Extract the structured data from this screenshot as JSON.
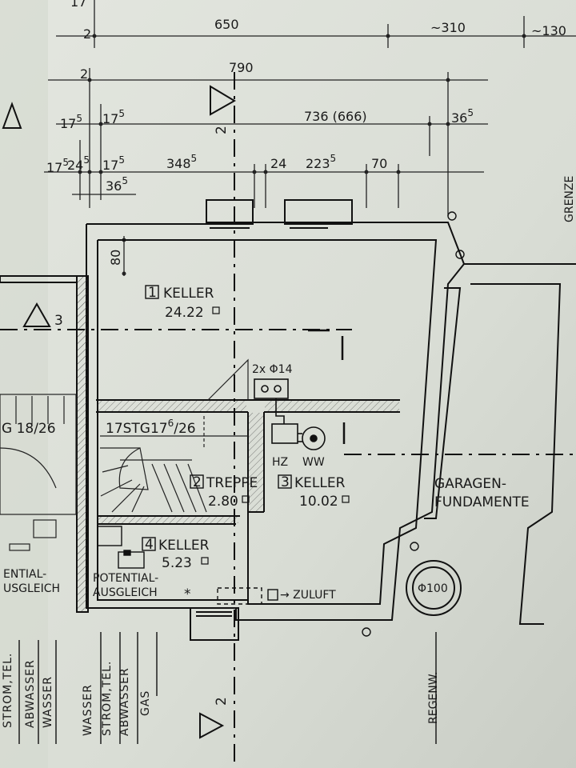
{
  "dimensions": {
    "d650": "650",
    "d310": "~310",
    "d130": "~130",
    "d2a": "2",
    "d2b": "2",
    "d17top": "17",
    "d790": "790",
    "d736": "736 (666)",
    "d365a": "36",
    "d365a_sup": "5",
    "d175a": "17",
    "d175a_sup": "5",
    "d175b": "17",
    "d175b_sup": "5",
    "d175c": "17",
    "d175c_sup": "5",
    "d175d": "17",
    "d175d_sup": "5",
    "d245": "24",
    "d245_sup": "5",
    "d3485": "348",
    "d3485_sup": "5",
    "d24": "24",
    "d2235": "223",
    "d2235_sup": "5",
    "d70": "70",
    "d365b": "36",
    "d365b_sup": "5",
    "d80": "80"
  },
  "sections": {
    "s2_top": "2",
    "s3": "3",
    "s2_bottom": "2"
  },
  "rooms": [
    {
      "num": "1",
      "name": "KELLER",
      "area": "24.22"
    },
    {
      "num": "2",
      "name": "TREPPE",
      "area": "2.80"
    },
    {
      "num": "3",
      "name": "KELLER",
      "area": "10.02"
    },
    {
      "num": "4",
      "name": "KELLER",
      "area": "5.23"
    }
  ],
  "labels": {
    "pipes": "2x Φ14",
    "hz": "HZ",
    "ww": "WW",
    "stair_main": "17STG17",
    "stair_main_sup": "6",
    "stair_main_tail": "/26",
    "stair_neighbor": "G 18/26",
    "potential_1": "POTENTIAL-",
    "potential_2": "AUSGLEICH",
    "potential_star": "*",
    "potential_left_1": "ENTIAL-",
    "potential_left_2": "USGLEICH",
    "zuluft": "→ ZULUFT",
    "garage_1": "GARAGEN-",
    "garage_2": "FUNDAMENTE",
    "phi100": "Φ100",
    "grenze": "GRENZE",
    "regenw": "REGENW."
  },
  "utilities_left": [
    "STROM,TEL.",
    "ABWASSER",
    "WASSER"
  ],
  "utilities_right": [
    "WASSER",
    "STROM,TEL.",
    "ABWASSER",
    "GAS"
  ]
}
